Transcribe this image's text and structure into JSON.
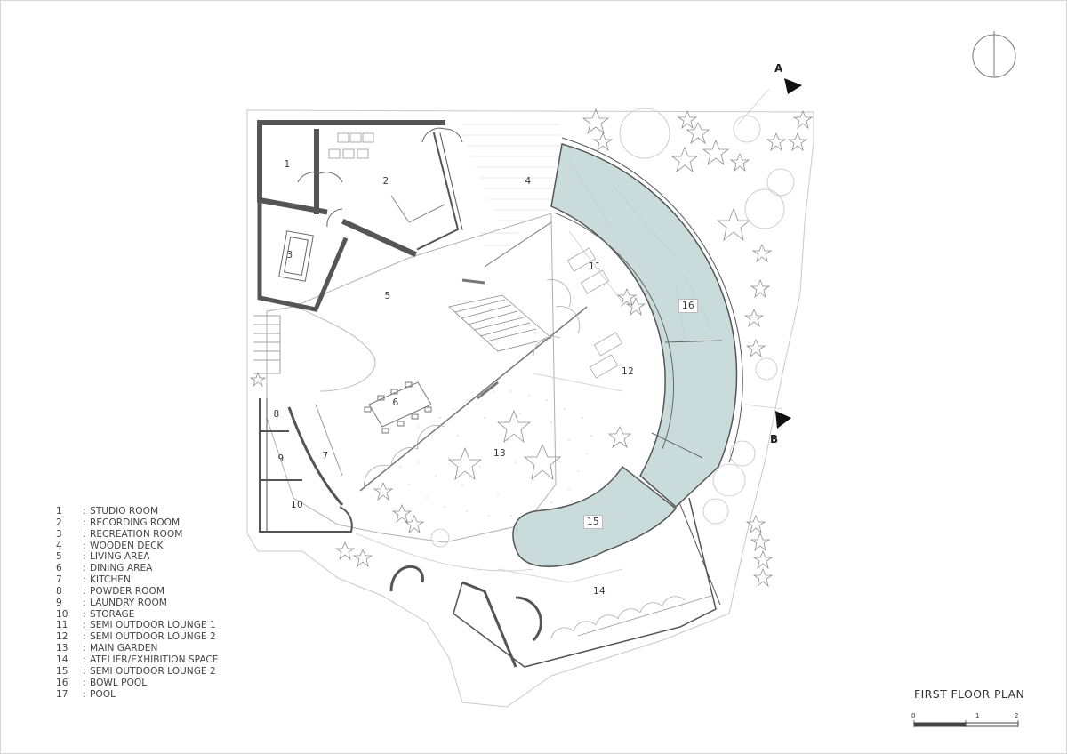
{
  "drawing": {
    "title": "FIRST FLOOR PLAN",
    "scale_ticks": [
      "0",
      "1",
      "2"
    ],
    "section_markers": [
      "A",
      "B"
    ]
  },
  "rooms": [
    {
      "num": "1",
      "name": "STUDIO ROOM"
    },
    {
      "num": "2",
      "name": "RECORDING ROOM"
    },
    {
      "num": "3",
      "name": "RECREATION ROOM"
    },
    {
      "num": "4",
      "name": "WOODEN DECK"
    },
    {
      "num": "5",
      "name": "LIVING AREA"
    },
    {
      "num": "6",
      "name": "DINING AREA"
    },
    {
      "num": "7",
      "name": "KITCHEN"
    },
    {
      "num": "8",
      "name": "POWDER ROOM"
    },
    {
      "num": "9",
      "name": "LAUNDRY ROOM"
    },
    {
      "num": "10",
      "name": "STORAGE"
    },
    {
      "num": "11",
      "name": "SEMI OUTDOOR LOUNGE 1"
    },
    {
      "num": "12",
      "name": "SEMI OUTDOOR LOUNGE 2"
    },
    {
      "num": "13",
      "name": "MAIN GARDEN"
    },
    {
      "num": "14",
      "name": "ATELIER/EXHIBITION SPACE"
    },
    {
      "num": "15",
      "name": "SEMI OUTDOOR LOUNGE 2"
    },
    {
      "num": "16",
      "name": "BOWL POOL"
    },
    {
      "num": "17",
      "name": "POOL"
    }
  ],
  "colors": {
    "pool": "#c9dcdb",
    "wall": "#555555",
    "line": "#8a8a8a",
    "vegetation": "#9a9a9a"
  }
}
